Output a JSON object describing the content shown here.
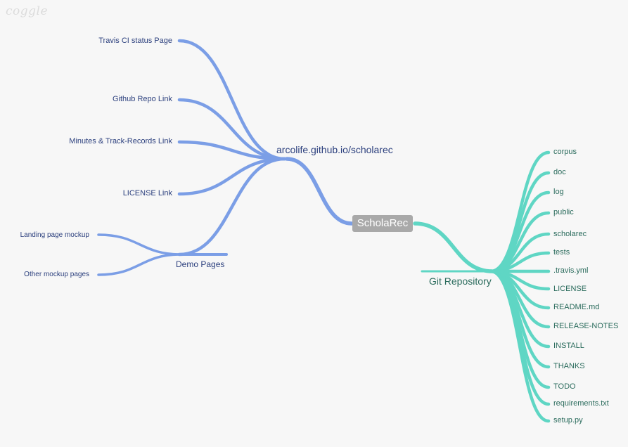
{
  "watermark": "coggle",
  "root": {
    "label": "ScholaRec"
  },
  "colors": {
    "blue_branch": "#7b9ee6",
    "green_branch": "#5fd6c4",
    "root_bg": "#a9a9a9"
  },
  "branches": {
    "site": {
      "label": "arcolife.github.io/scholarec",
      "children": [
        {
          "label": "Travis CI status Page"
        },
        {
          "label": "Github Repo Link"
        },
        {
          "label": "Minutes & Track-Records Link"
        },
        {
          "label": "LICENSE Link"
        },
        {
          "label": "Demo Pages",
          "children": [
            {
              "label": "Landing page mockup"
            },
            {
              "label": "Other mockup pages"
            }
          ]
        }
      ]
    },
    "git": {
      "label": "Git Repository",
      "children": [
        {
          "label": "corpus"
        },
        {
          "label": "doc"
        },
        {
          "label": "log"
        },
        {
          "label": "public"
        },
        {
          "label": "scholarec"
        },
        {
          "label": "tests"
        },
        {
          "label": ".travis.yml"
        },
        {
          "label": "LICENSE"
        },
        {
          "label": "README.md"
        },
        {
          "label": "RELEASE-NOTES"
        },
        {
          "label": "INSTALL"
        },
        {
          "label": "THANKS"
        },
        {
          "label": "TODO"
        },
        {
          "label": "requirements.txt"
        },
        {
          "label": "setup.py"
        }
      ]
    }
  }
}
